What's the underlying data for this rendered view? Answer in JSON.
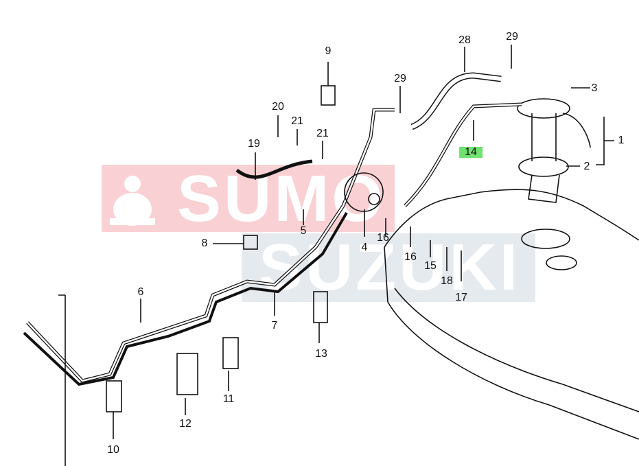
{
  "watermark": {
    "brand_top": "SUMO",
    "brand_bottom": "SUZUKI",
    "top_color": "#e85a64",
    "bottom_color": "#96aabe"
  },
  "highlight_color": "#6fe26f",
  "callouts": [
    {
      "id": "1",
      "text": "1"
    },
    {
      "id": "2",
      "text": "2"
    },
    {
      "id": "3",
      "text": "3"
    },
    {
      "id": "4",
      "text": "4"
    },
    {
      "id": "5",
      "text": "5"
    },
    {
      "id": "6",
      "text": "6"
    },
    {
      "id": "7",
      "text": "7"
    },
    {
      "id": "8",
      "text": "8"
    },
    {
      "id": "9",
      "text": "9"
    },
    {
      "id": "10",
      "text": "10"
    },
    {
      "id": "11",
      "text": "11"
    },
    {
      "id": "12",
      "text": "12"
    },
    {
      "id": "13",
      "text": "13"
    },
    {
      "id": "14",
      "text": "14",
      "highlighted": true
    },
    {
      "id": "15",
      "text": "15"
    },
    {
      "id": "16a",
      "text": "16"
    },
    {
      "id": "16b",
      "text": "16"
    },
    {
      "id": "17",
      "text": "17"
    },
    {
      "id": "18",
      "text": "18"
    },
    {
      "id": "19",
      "text": "19"
    },
    {
      "id": "20",
      "text": "20"
    },
    {
      "id": "21a",
      "text": "21"
    },
    {
      "id": "21b",
      "text": "21"
    },
    {
      "id": "28",
      "text": "28"
    },
    {
      "id": "29a",
      "text": "29"
    },
    {
      "id": "29b",
      "text": "29"
    }
  ]
}
